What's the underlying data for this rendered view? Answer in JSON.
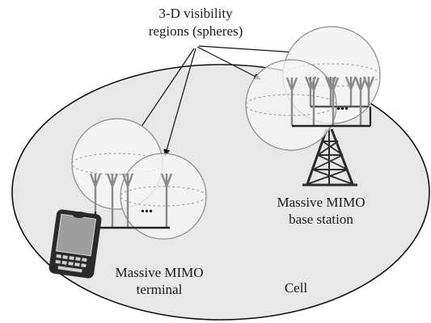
{
  "labels": {
    "visibility_line1": "3-D visibility",
    "visibility_line2": "regions (spheres)",
    "bs_line1": "Massive MIMO",
    "bs_line2": "base station",
    "terminal_line1": "Massive MIMO",
    "terminal_line2": "terminal",
    "cell": "Cell",
    "ellipsis": "..."
  },
  "colors": {
    "cell_fill": "#e8e8e8",
    "cell_stroke": "#111111",
    "sphere_fill": "#f4f4f4",
    "sphere_stroke": "#8a8a8a",
    "antenna": "#8a8a8a",
    "tower": "#2b2b2b",
    "phone_body": "#2a2a2a",
    "phone_screen": "#9e9e9e"
  }
}
